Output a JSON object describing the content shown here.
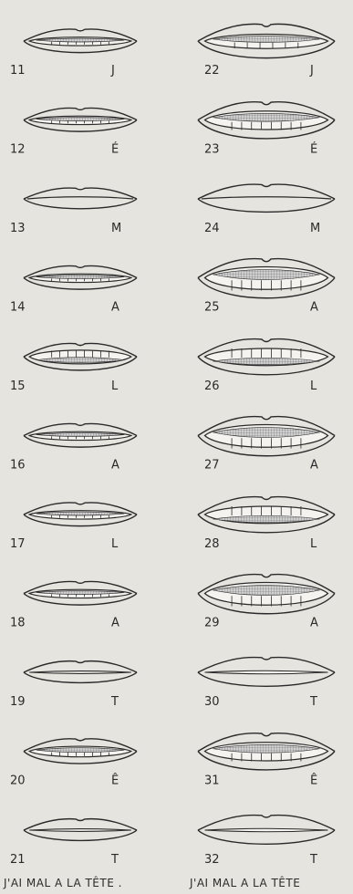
{
  "columns": [
    {
      "caption": "J'AI MAL A LA TÊTE .",
      "figures": [
        {
          "number": "11",
          "letter": "J",
          "shape": "flat-teeth"
        },
        {
          "number": "12",
          "letter": "É",
          "shape": "flat-teeth"
        },
        {
          "number": "13",
          "letter": "M",
          "shape": "closed"
        },
        {
          "number": "14",
          "letter": "A",
          "shape": "flat-teeth"
        },
        {
          "number": "15",
          "letter": "L",
          "shape": "tongue"
        },
        {
          "number": "16",
          "letter": "A",
          "shape": "flat-teeth"
        },
        {
          "number": "17",
          "letter": "L",
          "shape": "flat-teeth"
        },
        {
          "number": "18",
          "letter": "A",
          "shape": "flat-teeth"
        },
        {
          "number": "19",
          "letter": "T",
          "shape": "slit"
        },
        {
          "number": "20",
          "letter": "Ê",
          "shape": "teeth"
        },
        {
          "number": "21",
          "letter": "T",
          "shape": "slit"
        }
      ]
    },
    {
      "caption": "J'AI MAL A LA TÊTE",
      "figures": [
        {
          "number": "22",
          "letter": "J",
          "shape": "round-teeth"
        },
        {
          "number": "23",
          "letter": "É",
          "shape": "wide-teeth"
        },
        {
          "number": "24",
          "letter": "M",
          "shape": "closed"
        },
        {
          "number": "25",
          "letter": "A",
          "shape": "open"
        },
        {
          "number": "26",
          "letter": "L",
          "shape": "tongue"
        },
        {
          "number": "27",
          "letter": "A",
          "shape": "open"
        },
        {
          "number": "28",
          "letter": "L",
          "shape": "tongue"
        },
        {
          "number": "29",
          "letter": "A",
          "shape": "open"
        },
        {
          "number": "30",
          "letter": "T",
          "shape": "slit"
        },
        {
          "number": "31",
          "letter": "Ê",
          "shape": "wide-teeth"
        },
        {
          "number": "32",
          "letter": "T",
          "shape": "slit"
        }
      ]
    }
  ],
  "colors": {
    "ink": "#2a2a2a",
    "paper": "#e6e4de",
    "teeth": "#f4f3ef",
    "hatch": "#7d7d7d"
  }
}
